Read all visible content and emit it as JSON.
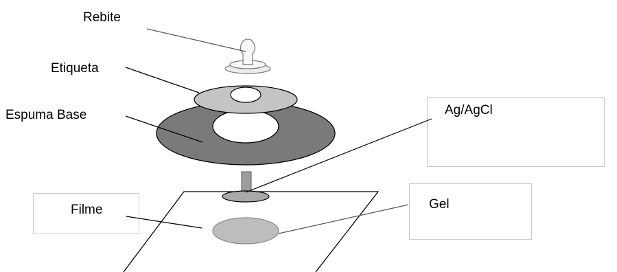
{
  "labels": {
    "rebite": "Rebite",
    "etiqueta": "Etiqueta",
    "espuma_base": "Espuma Base",
    "ag_agcl": "Ag/AgCl",
    "filme": "Filme",
    "gel": "Gel"
  },
  "colors": {
    "espuma": "#7a7a7a",
    "etiqueta": "#c4c4c4",
    "gel": "#bdbdbd",
    "sensor": "#a9a9a9",
    "outline": "#000000"
  }
}
